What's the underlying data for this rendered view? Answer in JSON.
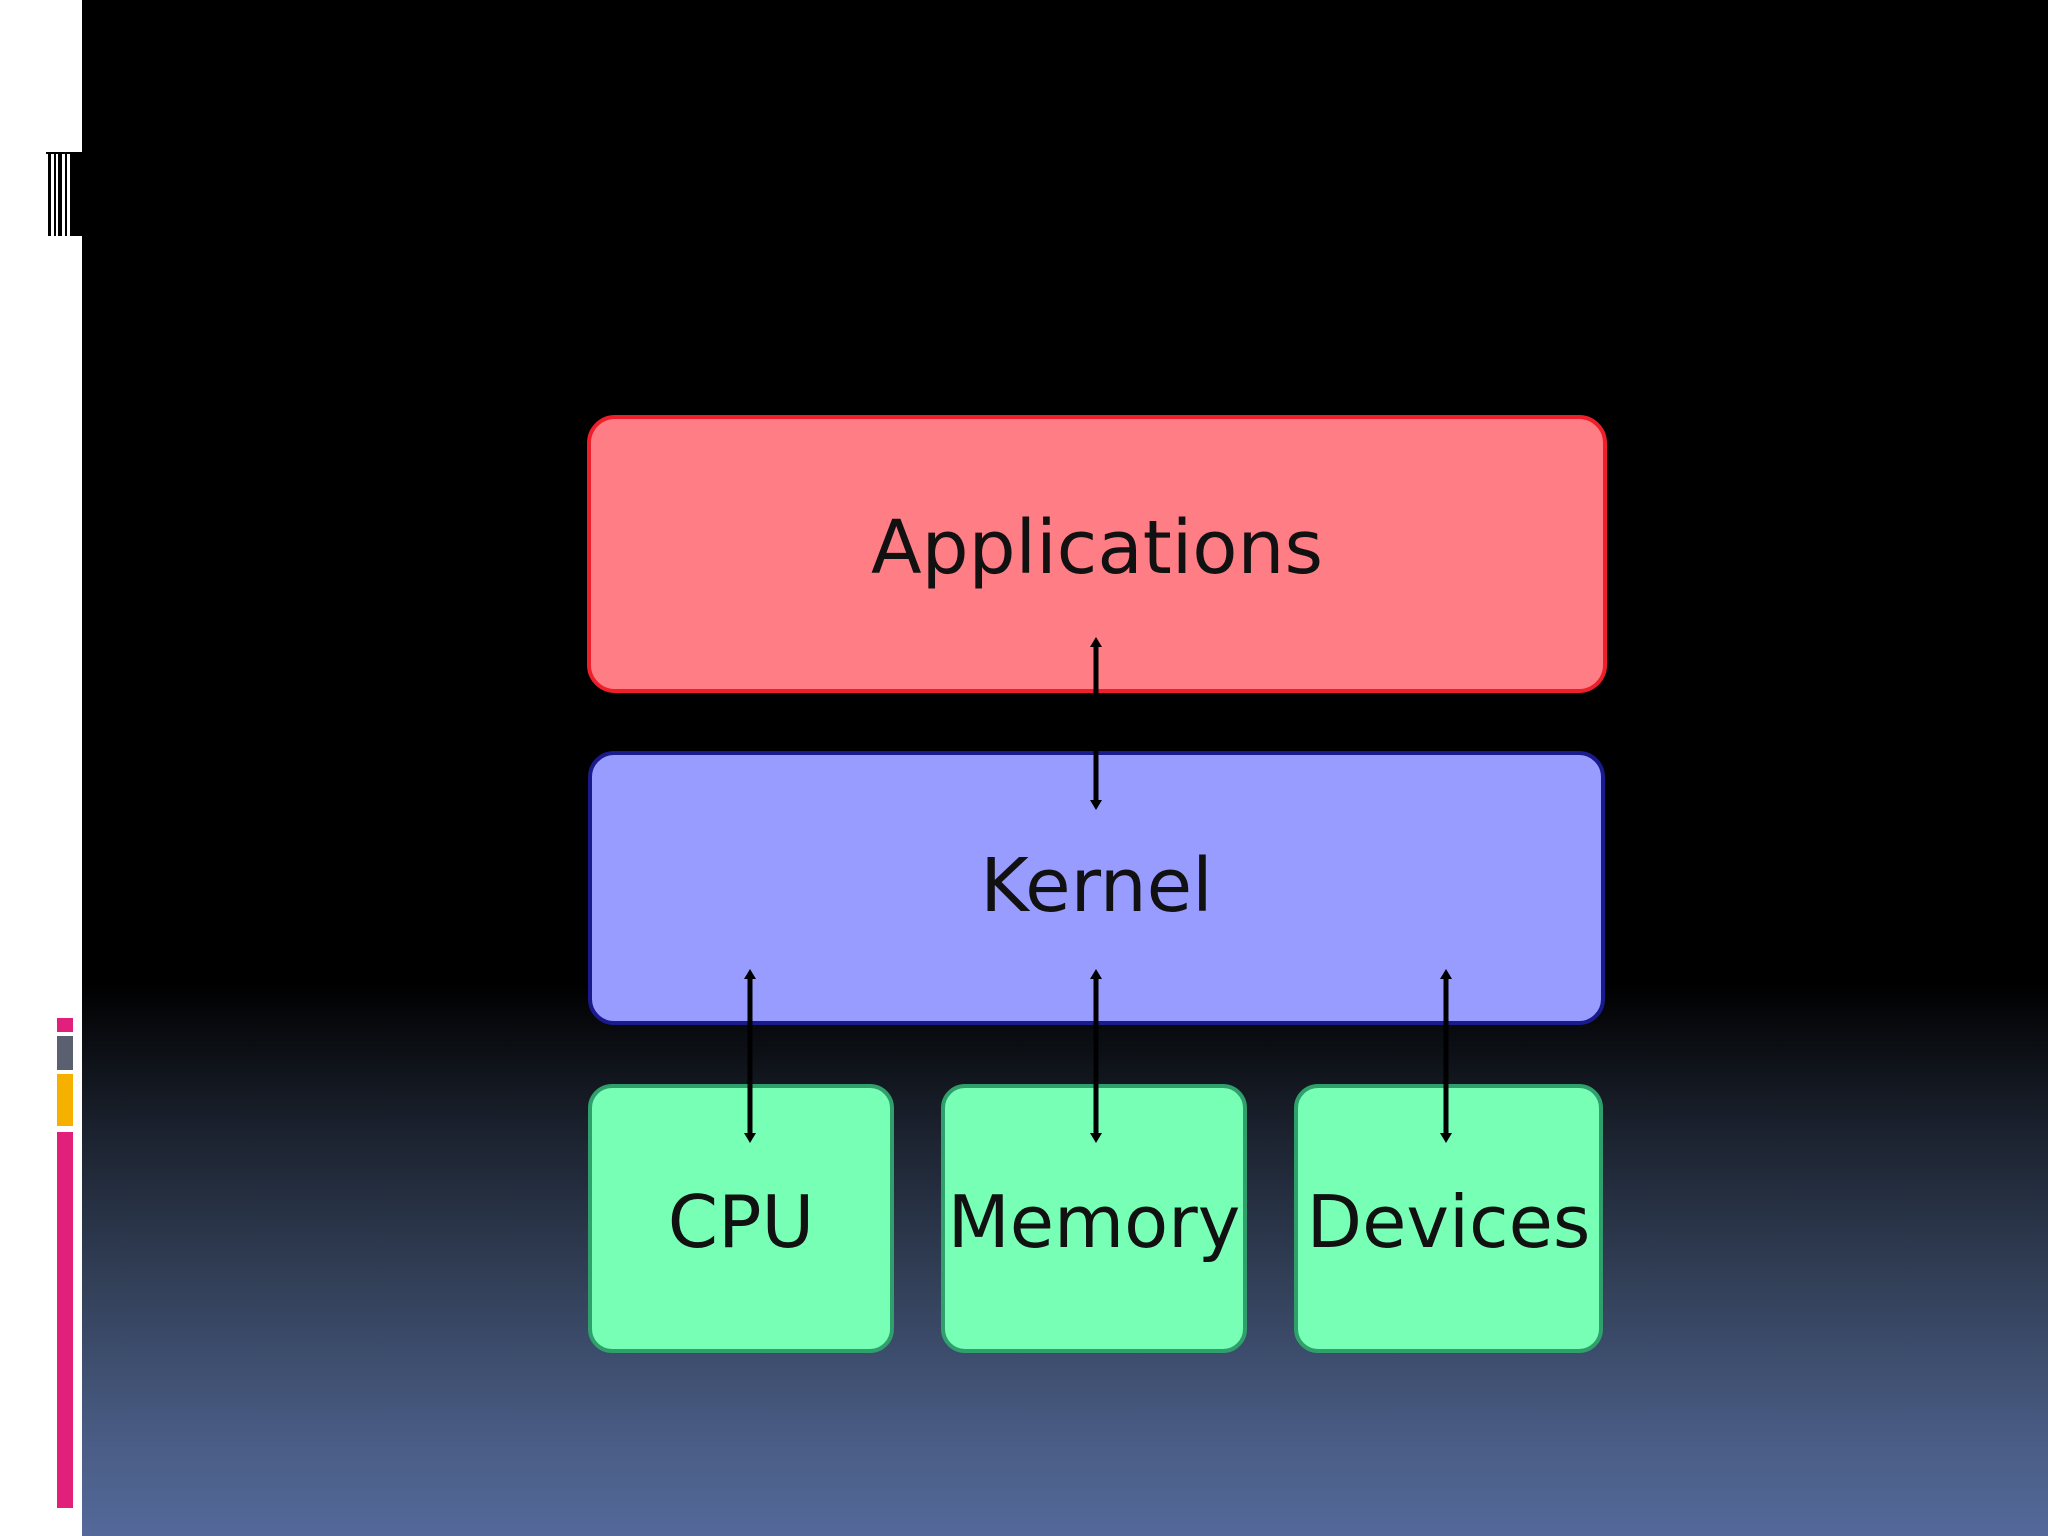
{
  "diagram": {
    "layers": {
      "applications": {
        "label": "Applications",
        "fill": "#ff7d85",
        "stroke": "#ee1f2a"
      },
      "kernel": {
        "label": "Kernel",
        "fill": "#999cff",
        "stroke": "#1a1a8c"
      },
      "hardware": [
        {
          "label": "CPU",
          "fill": "#77ffb6",
          "stroke": "#2f9f6c"
        },
        {
          "label": "Memory",
          "fill": "#77ffb6",
          "stroke": "#2f9f6c"
        },
        {
          "label": "Devices",
          "fill": "#77ffb6",
          "stroke": "#2f9f6c"
        }
      ]
    },
    "connectors": [
      {
        "from": "Applications",
        "to": "Kernel",
        "type": "bidirectional"
      },
      {
        "from": "Kernel",
        "to": "CPU",
        "type": "bidirectional"
      },
      {
        "from": "Kernel",
        "to": "Memory",
        "type": "bidirectional"
      },
      {
        "from": "Kernel",
        "to": "Devices",
        "type": "bidirectional"
      }
    ]
  },
  "decor": {
    "accent_colors": [
      "#e0207a",
      "#5a6070",
      "#f5b000",
      "#e0207a"
    ]
  }
}
